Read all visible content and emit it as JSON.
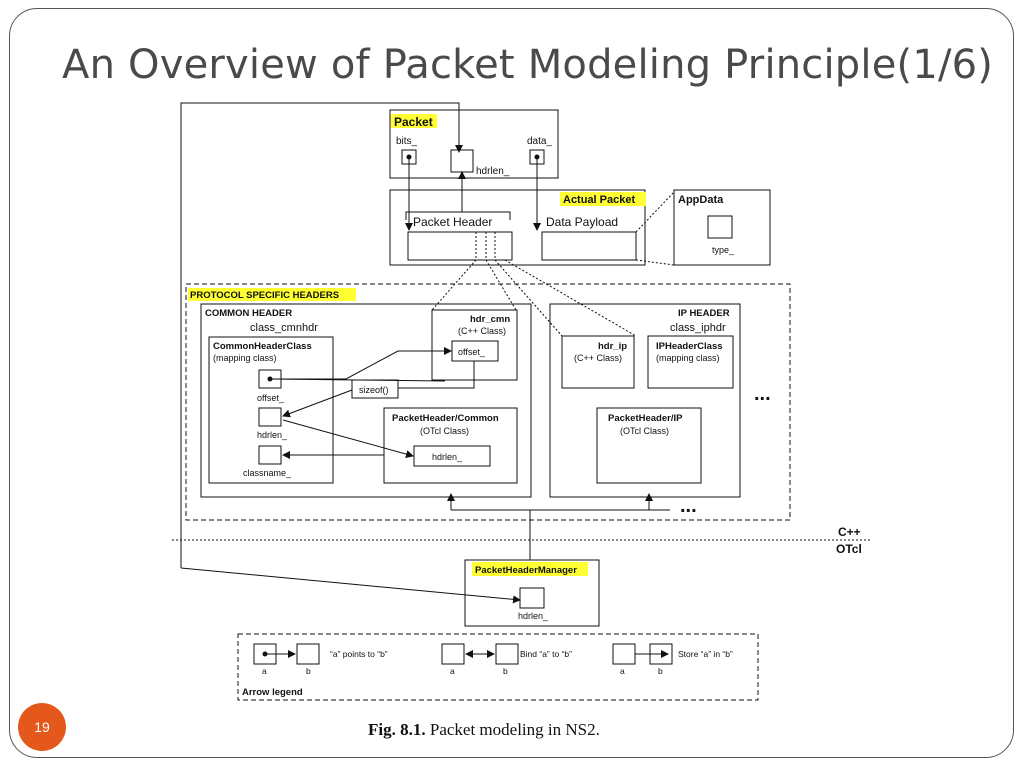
{
  "slide": {
    "title": "An Overview of Packet Modeling Principle(1/6)",
    "page_number": "19",
    "caption_fig": "Fig. 8.1.",
    "caption_text": "Packet modeling in NS2."
  },
  "diagram": {
    "packet": {
      "label": "Packet",
      "bits": "bits_",
      "hdrlen": "hdrlen_",
      "data": "data_"
    },
    "actual_packet": {
      "label": "Actual Packet",
      "packet_header": "Packet Header",
      "data_payload": "Data Payload"
    },
    "appdata": {
      "label": "AppData",
      "type": "type_"
    },
    "protocol_headers": {
      "label": "PROTOCOL SPECIFIC HEADERS"
    },
    "common_header": {
      "label": "COMMON HEADER",
      "class": "class_cmnhdr",
      "mapping_class": "CommonHeaderClass",
      "mapping_sub": "(mapping class)",
      "offset": "offset_",
      "hdrlen": "hdrlen_",
      "classname": "classname_",
      "hdr_cmn": "hdr_cmn",
      "hdr_cmn_sub": "(C++ Class)",
      "hdr_cmn_offset": "offset_",
      "sizeof": "sizeof()",
      "ph_common": "PacketHeader/Common",
      "ph_common_sub": "(OTcl Class)",
      "ph_hdrlen": "hdrlen_"
    },
    "ip_header": {
      "label": "IP HEADER",
      "class": "class_iphdr",
      "hdr_ip": "hdr_ip",
      "hdr_ip_sub": "(C++ Class)",
      "mapping_class": "IPHeaderClass",
      "mapping_sub": "(mapping class)",
      "ph_ip": "PacketHeader/IP",
      "ph_ip_sub": "(OTcl Class)"
    },
    "ellipsis": "...",
    "cpp": "C++",
    "otcl": "OTcl",
    "manager": {
      "label": "PacketHeaderManager",
      "hdrlen": "hdrlen_"
    },
    "legend": {
      "title": "Arrow legend",
      "points": "“a” points to “b”",
      "bind": "Bind “a” to “b”",
      "store": "Store “a” in “b”",
      "a": "a",
      "b": "b"
    }
  }
}
